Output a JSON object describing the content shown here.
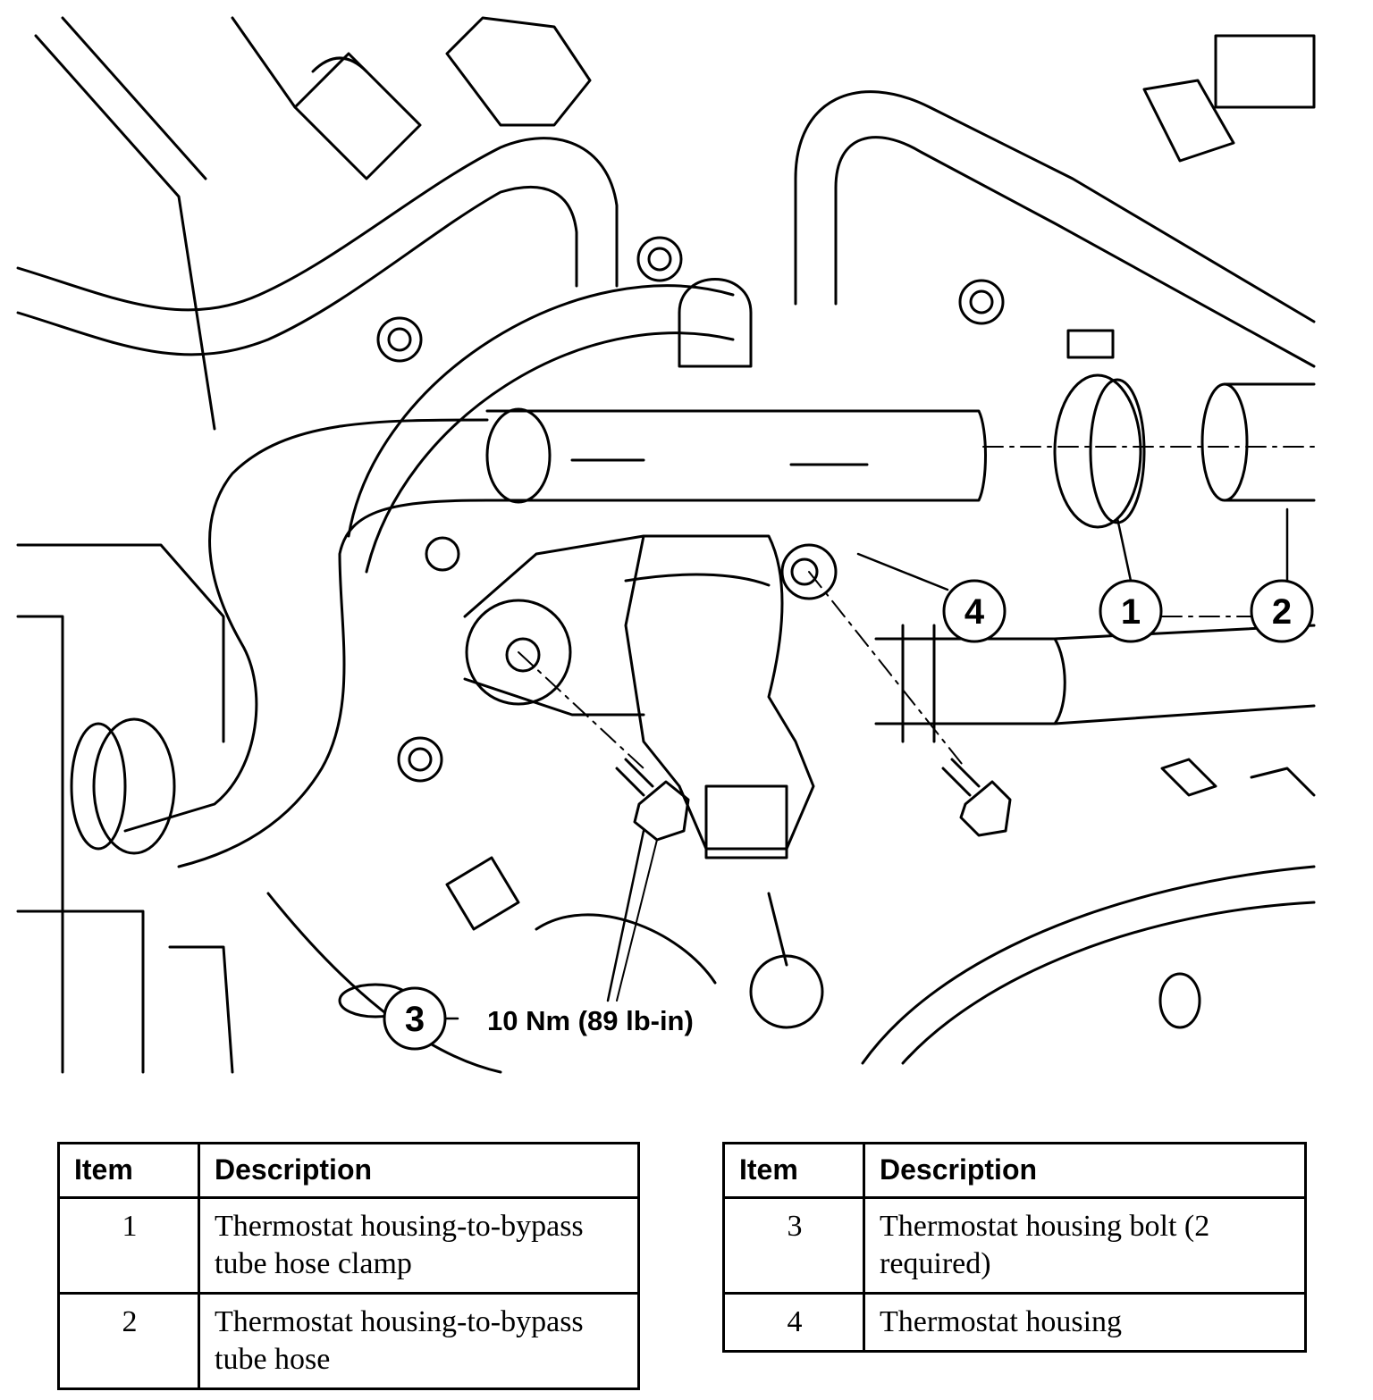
{
  "callouts": [
    {
      "number": "1"
    },
    {
      "number": "2"
    },
    {
      "number": "3"
    },
    {
      "number": "4"
    }
  ],
  "torque_spec": "10 Nm (89 lb-in)",
  "tables": [
    {
      "headers": {
        "item": "Item",
        "description": "Description"
      },
      "rows": [
        {
          "item": "1",
          "description": "Thermostat housing-to-bypass tube hose clamp"
        },
        {
          "item": "2",
          "description": "Thermostat housing-to-bypass tube hose"
        }
      ]
    },
    {
      "headers": {
        "item": "Item",
        "description": "Description"
      },
      "rows": [
        {
          "item": "3",
          "description": "Thermostat housing bolt (2 required)"
        },
        {
          "item": "4",
          "description": "Thermostat housing"
        }
      ]
    }
  ]
}
